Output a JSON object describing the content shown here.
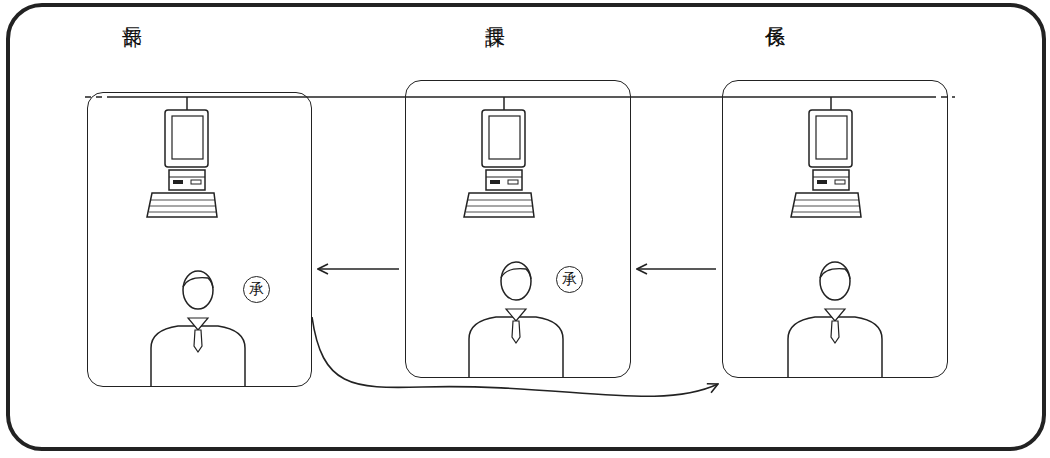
{
  "diagram": {
    "nodes": [
      {
        "text": [
          "部長"
        ]
      },
      {
        "text": [
          "承"
        ],
        "in": 0
      },
      {
        "text": [
          "課長"
        ]
      },
      {
        "text": [
          "承"
        ],
        "in": 2
      },
      {
        "text": [
          "係長"
        ]
      }
    ],
    "edges": [
      {
        "from": 4,
        "to": 2,
        "arrow": "to"
      },
      {
        "from": 2,
        "to": 0,
        "arrow": "to"
      },
      {
        "from": 0,
        "to": 4,
        "arrow": "to"
      }
    ]
  }
}
